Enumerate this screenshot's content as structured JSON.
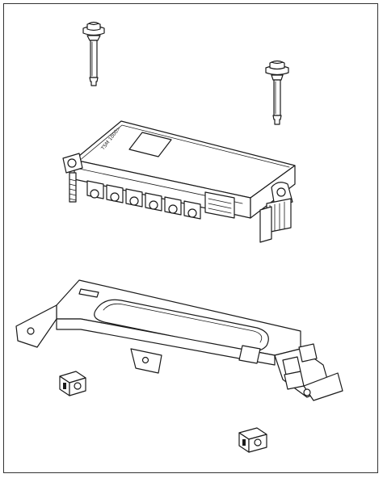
{
  "diagram": {
    "parts": [
      {
        "id": "bolt",
        "icon": "bolt-icon"
      },
      {
        "id": "module",
        "icon": "module-icon"
      },
      {
        "id": "bracket",
        "icon": "bracket-icon"
      },
      {
        "id": "clip-nut",
        "icon": "nut-icon"
      }
    ],
    "module_label": "TSM 1000>",
    "line_color": "#1a1a1a",
    "background": "#ffffff"
  }
}
